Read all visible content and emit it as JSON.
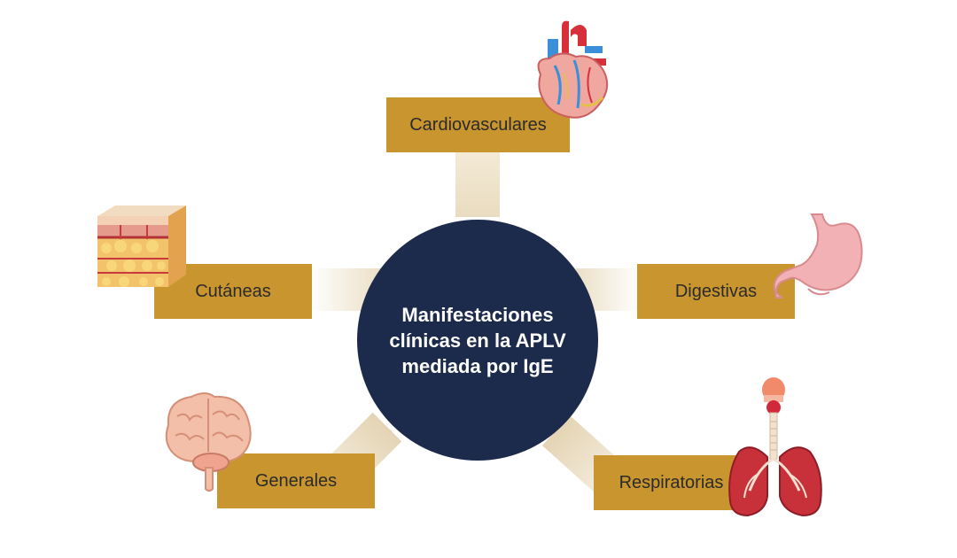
{
  "center": {
    "title": "Manifestaciones\nclínicas en la APLV\nmediada por IgE",
    "fill": "#1c2b4b"
  },
  "categories": [
    {
      "id": "cardiovasculares",
      "label": "Cardiovasculares",
      "icon": "heart-icon"
    },
    {
      "id": "cutaneas",
      "label": "Cutáneas",
      "icon": "skin-layers-icon"
    },
    {
      "id": "digestivas",
      "label": "Digestivas",
      "icon": "stomach-icon"
    },
    {
      "id": "generales",
      "label": "Generales",
      "icon": "brain-icon"
    },
    {
      "id": "respiratorias",
      "label": "Respiratorias",
      "icon": "lungs-icon"
    }
  ],
  "colors": {
    "box": "#c9952f",
    "center": "#1c2b4b",
    "connector": "#e9dcc0"
  }
}
